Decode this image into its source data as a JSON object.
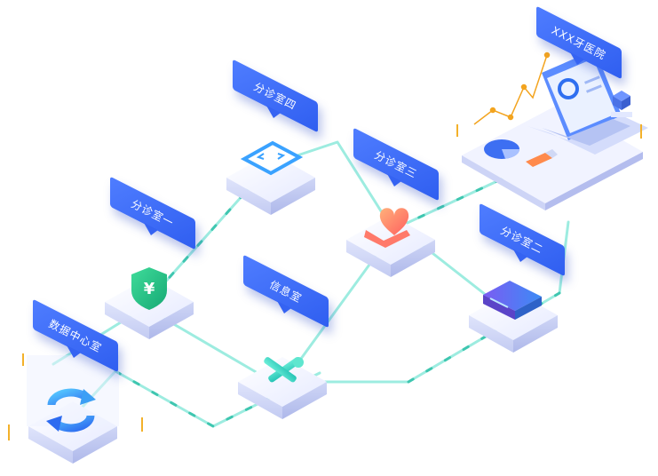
{
  "nodes": {
    "data_center": {
      "label": "数据中心室"
    },
    "room_one": {
      "label": "分诊室一"
    },
    "room_two": {
      "label": "分诊室二"
    },
    "room_three": {
      "label": "分诊室三"
    },
    "room_four": {
      "label": "分诊室四"
    },
    "info_room": {
      "label": "信息室"
    },
    "hospital": {
      "label": "XXX牙医院"
    }
  },
  "colors": {
    "accent": "#3563f2",
    "connector": "#8fe8d8",
    "platform_top": "#f4f6ff",
    "platform_side": "#c9d1f5"
  },
  "icons": {
    "data_center": "sync-arrows-icon",
    "room_one": "yuan-shield-icon",
    "room_two": "server-icon",
    "room_three": "heart-hand-icon",
    "room_four": "code-window-icon",
    "info_room": "tools-icon",
    "hospital": "laptop-dashboard-icon"
  }
}
